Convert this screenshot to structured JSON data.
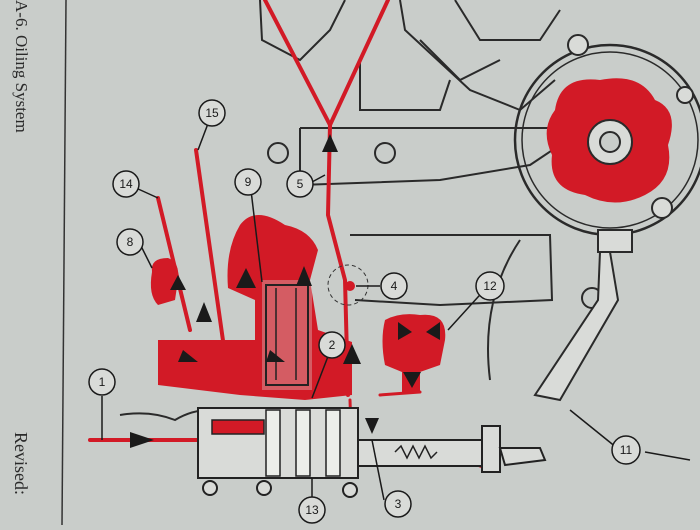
{
  "page": {
    "title": "A-6. Oiling System",
    "revised": "Revised:"
  },
  "callouts": [
    {
      "n": "1"
    },
    {
      "n": "2"
    },
    {
      "n": "3"
    },
    {
      "n": "4"
    },
    {
      "n": "5"
    },
    {
      "n": "8"
    },
    {
      "n": "9"
    },
    {
      "n": "11"
    },
    {
      "n": "12"
    },
    {
      "n": "13"
    },
    {
      "n": "14"
    },
    {
      "n": "15"
    }
  ],
  "colors": {
    "paper": "#c9cdca",
    "oil": "#d21a26",
    "ink": "#1a1a1a"
  }
}
